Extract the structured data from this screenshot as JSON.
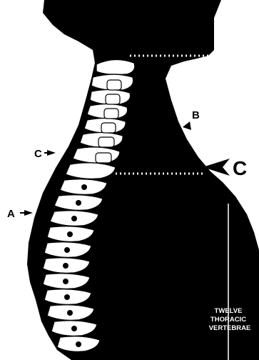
{
  "labels": {
    "a": "A",
    "b": "B",
    "c": "C",
    "callout": "C",
    "vertebrae_line1": "TWELVE",
    "vertebrae_line2": "THORACIC",
    "vertebrae_line3": "VERTEBRAE"
  },
  "colors": {
    "silhouette": "#000000",
    "background": "#ffffff",
    "bone": "#ffffff"
  }
}
